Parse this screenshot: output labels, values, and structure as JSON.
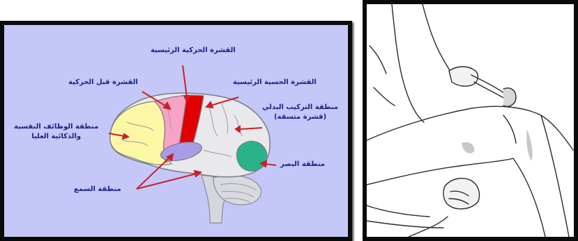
{
  "brain_labels": {
    "primary_motor": "القشرة الحركية الرئيسية",
    "premotor": "القشرة قبل الحركية",
    "primary_sensory": "القشرة الحسية الرئيسية",
    "body_composition_line1": "منطقة التركيب البدلي",
    "body_composition_line2": "(قشرة متسقة)",
    "psychological_line1": "منطقة الوظائف النفسية",
    "psychological_line2": "والذكائية العليا",
    "vision": "منطقة البصر",
    "hearing": "منطقة السمع"
  },
  "colors": {
    "panel_background": "#c4c7f7",
    "label_text": "#1b1f86",
    "arrow": "#c8202a",
    "motor_cortex": "#e00000",
    "premotor_cortex": "#f6a3c6",
    "frontal_lobe": "#fbf7a4",
    "auditory_area": "#a99ce6",
    "visual_area": "#28b487",
    "brain_base": "#e9e9ec"
  },
  "icons": [
    "brain-illustration",
    "knee-examination-illustration"
  ]
}
